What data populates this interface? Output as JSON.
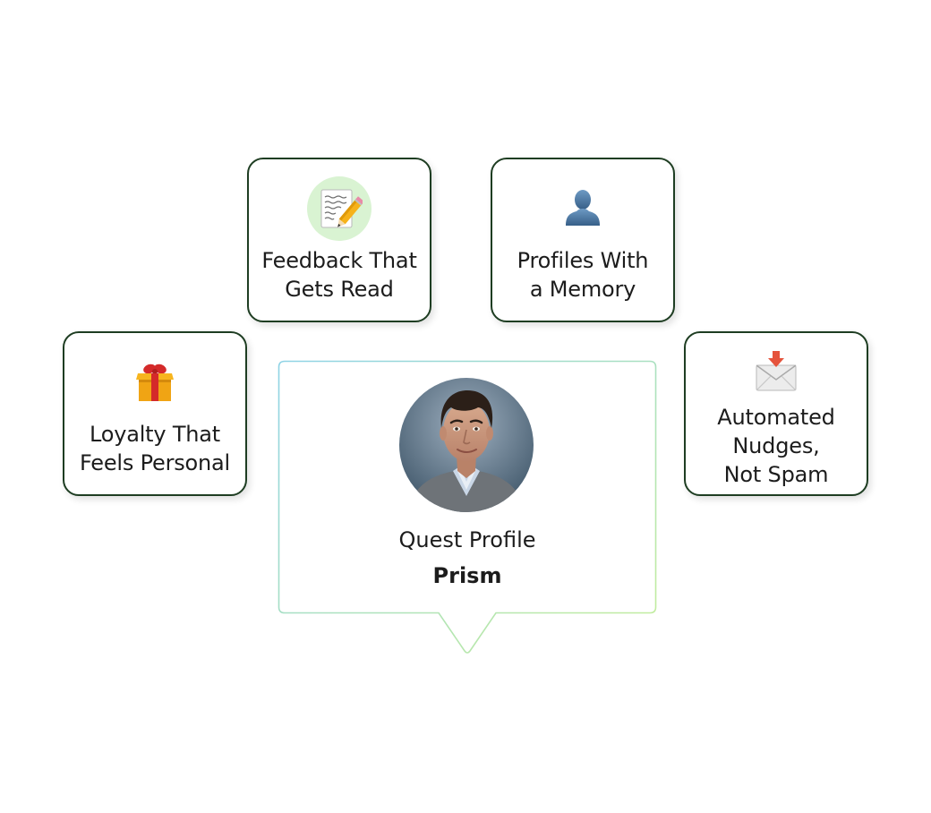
{
  "cards": {
    "feedback": {
      "label": "Feedback That\nGets Read",
      "icon": "memo-pencil-icon",
      "bubble_color": "#d9f3d2"
    },
    "profiles": {
      "label": "Profiles With\na Memory",
      "icon": "user-silhouette-icon"
    },
    "loyalty": {
      "label": "Loyalty That\nFeels Personal",
      "icon": "gift-icon"
    },
    "nudges": {
      "label": "Automated\nNudges,\nNot Spam",
      "icon": "incoming-envelope-icon"
    }
  },
  "profile": {
    "title": "Quest Profile",
    "subtitle": "Prism",
    "avatar": "avatar-photo"
  },
  "colors": {
    "card_border": "#1e3d22",
    "frame_gradient_start": "#8fd3e6",
    "frame_gradient_end": "#c5ee9a"
  }
}
